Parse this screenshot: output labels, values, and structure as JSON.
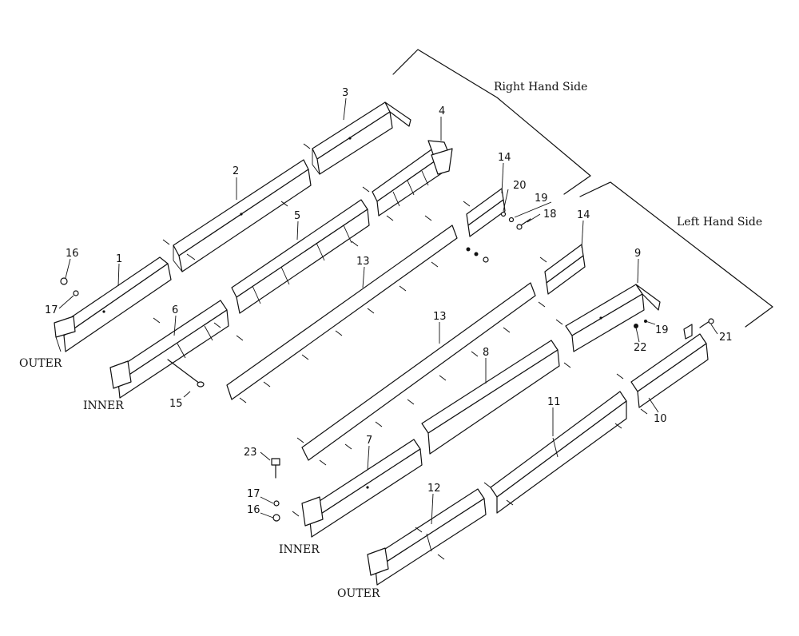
{
  "side_labels": {
    "right": "Right Hand Side",
    "left": "Left Hand Side"
  },
  "position_labels": {
    "outer_top": "OUTER",
    "inner_top": "INNER",
    "inner_bottom": "INNER",
    "outer_bottom": "OUTER"
  },
  "callouts": {
    "c1": "1",
    "c2": "2",
    "c3": "3",
    "c4": "4",
    "c5": "5",
    "c6": "6",
    "c7": "7",
    "c8": "8",
    "c9": "9",
    "c10": "10",
    "c11": "11",
    "c12": "12",
    "c13a": "13",
    "c13b": "13",
    "c14a": "14",
    "c14b": "14",
    "c15": "15",
    "c16a": "16",
    "c16b": "16",
    "c17a": "17",
    "c17b": "17",
    "c18": "18",
    "c19a": "19",
    "c19b": "19",
    "c20": "20",
    "c21": "21",
    "c22": "22",
    "c23": "23"
  },
  "colors": {
    "ink": "#111111",
    "paper": "#ffffff"
  }
}
